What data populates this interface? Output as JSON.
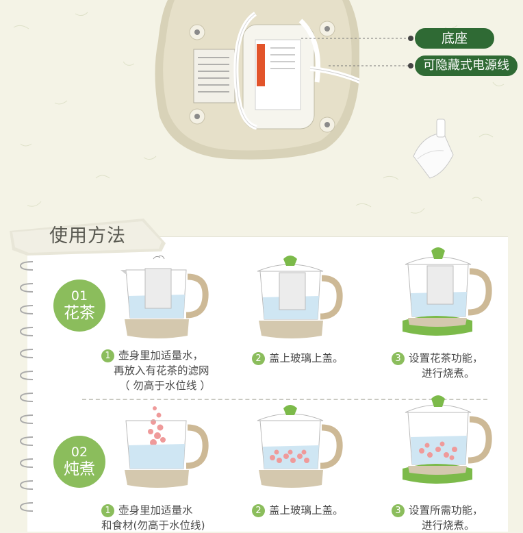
{
  "top_labels": {
    "base": "底座",
    "cord": "可隐藏式电源线"
  },
  "section_title": "使用方法",
  "badges": [
    {
      "num": "01",
      "name": "花茶"
    },
    {
      "num": "02",
      "name": "炖煮"
    }
  ],
  "rows": [
    {
      "steps": [
        {
          "n": "1",
          "lines": [
            "壶身里加适量水，",
            "再放入有花茶的滤网",
            "（ 勿高于水位线 ）"
          ]
        },
        {
          "n": "2",
          "lines": [
            "盖上玻璃上盖。"
          ]
        },
        {
          "n": "3",
          "lines": [
            "设置花茶功能，",
            "进行烧煮。"
          ]
        }
      ]
    },
    {
      "steps": [
        {
          "n": "1",
          "lines": [
            "壶身里加适量水",
            "和食材(勿高于水位线)"
          ]
        },
        {
          "n": "2",
          "lines": [
            "盖上玻璃上盖。"
          ]
        },
        {
          "n": "3",
          "lines": [
            "设置所需功能，",
            "进行烧煮。"
          ]
        }
      ]
    }
  ],
  "colors": {
    "label_green": "#2f6a34",
    "badge_green": "#8bbd5c",
    "base_beige": "#e2dcc6",
    "water": "#cfe6f3",
    "lid_green": "#7cba4a"
  }
}
